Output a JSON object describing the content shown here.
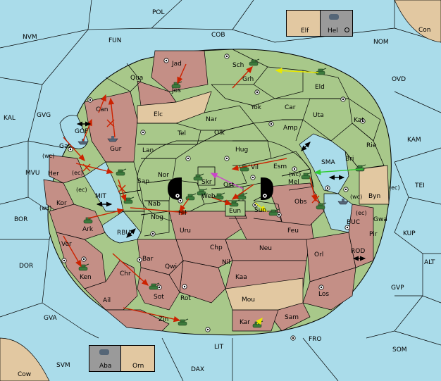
{
  "colors": {
    "sea": "#aadcea",
    "green_power": "#a8c88a",
    "red_power": "#c48f86",
    "neutral": "#e2c8a1",
    "move_arrow": "#cc2200",
    "support_yellow": "#e8e800",
    "support_green": "#33cc33",
    "support_magenta": "#cc44cc",
    "unit": "#3c7a3c"
  },
  "outer_seas": {
    "pol": "POL",
    "fun": "FUN",
    "cob": "COB",
    "nvm": "NVM",
    "nom": "NOM",
    "ovd": "OVD",
    "kal": "KAL",
    "gvg": "GVG",
    "kam": "KAM",
    "mvu": "MVU",
    "tei": "TEI",
    "bor": "BOR",
    "kup": "KUP",
    "dor": "DOR",
    "alt": "ALT",
    "gvp": "GVP",
    "gva": "GVA",
    "fro": "FRO",
    "lit": "LIT",
    "som": "SOM",
    "svm": "SVM",
    "dax": "DAX",
    "con": "Con",
    "cow": "Cow"
  },
  "inner_seas": {
    "gof": "GOF",
    "mit": "MIT",
    "rbu": "RBU",
    "sma": "SMA",
    "buc": "BUC",
    "rod": "ROD"
  },
  "provinces": {
    "jad": "Jad",
    "sch": "Sch",
    "qua": "Qua",
    "jos": "Jos",
    "grh": "Grh",
    "eld": "Eld",
    "can": "Can",
    "yok": "Yok",
    "car": "Car",
    "elc": "Elc",
    "nar": "Nar",
    "uta": "Uta",
    "kat": "Kat",
    "amp": "Amp",
    "tel": "Tel",
    "olk": "Olk",
    "gur": "Gur",
    "rie": "Rie",
    "gas": "Gas",
    "lan": "Lan",
    "hug": "Hug",
    "bri": "Bri",
    "her": "Her",
    "nor": "Nor",
    "vil": "Vil",
    "esm": "Esm",
    "skr": "Skr",
    "sap": "Sap",
    "ost": "Ost",
    "mel": "Mel",
    "byn": "Byn",
    "kor": "Kor",
    "web": "Web",
    "nab": "Nab",
    "hil": "Hil",
    "eun": "Eun",
    "sun": "Sun",
    "obs": "Obs",
    "gwa": "Gwa",
    "ark": "Ark",
    "nog": "Nog",
    "pir": "Pir",
    "uru": "Uru",
    "feu": "Feu",
    "chp": "Chp",
    "neu": "Neu",
    "ver": "Ver",
    "orl": "Orl",
    "nil": "Nil",
    "bar": "Bar",
    "qwi": "Qwi",
    "ken": "Ken",
    "chr": "Chr",
    "kaa": "Kaa",
    "sot": "Sot",
    "rot": "Rot",
    "los": "Los",
    "ail": "Ail",
    "mou": "Mou",
    "zin": "Zin",
    "sam": "Sam",
    "kar": "Kar"
  },
  "coast_tags": {
    "wc_gas": "(wc)",
    "ec_gof": "(ec)",
    "wc_kor": "(wc)",
    "ec_mit": "(ec)",
    "wc_obs": "(wc)",
    "ec_byn": "(ec)",
    "wc_buc": "(wc)",
    "ec_gwa": "(ec)"
  },
  "inset_top": {
    "left": "Elf",
    "right": "Hel"
  },
  "inset_bottom": {
    "left": "Aba",
    "right": "Orn"
  }
}
